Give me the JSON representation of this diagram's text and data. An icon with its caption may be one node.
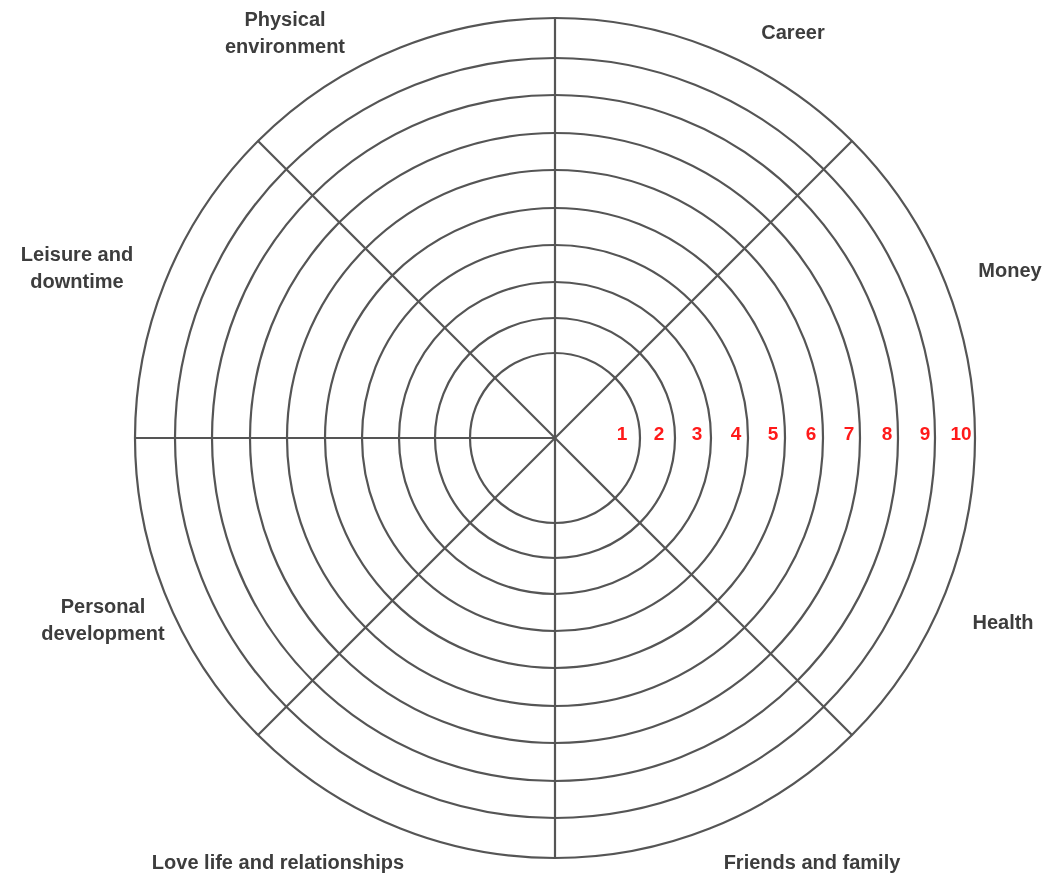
{
  "diagram": {
    "labels": [
      "Physical environment",
      "Career",
      "Leisure and downtime",
      "Money",
      "1",
      "2",
      "3",
      "4",
      "5",
      "6",
      "7",
      "8",
      "9",
      "10",
      "Personal development",
      "Health",
      "Love life and relationships",
      "Friends and family"
    ]
  }
}
